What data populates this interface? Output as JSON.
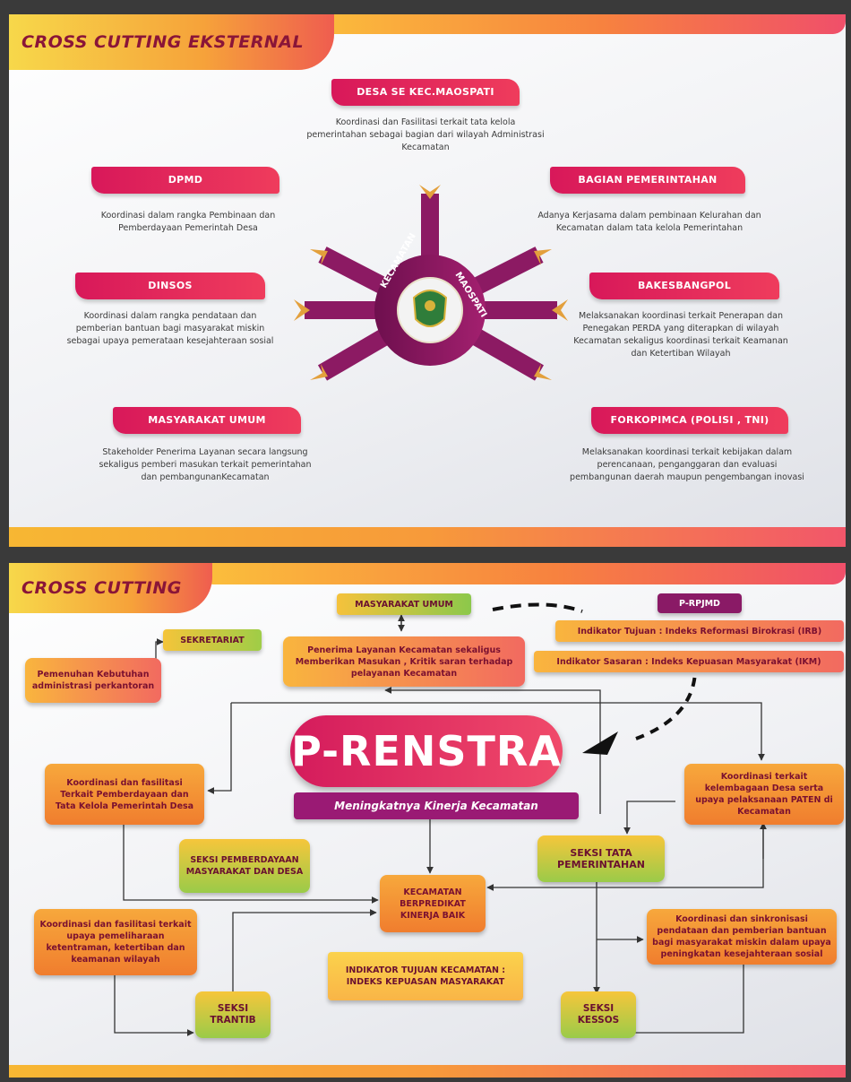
{
  "top_panel": {
    "title": "CROSS CUTTING EKSTERNAL",
    "center_left": "KECAMATAN",
    "center_right": "MAOSPATI",
    "nodes": [
      {
        "title": "DESA SE KEC.MAOSPATI",
        "desc": "Koordinasi dan Fasilitasi terkait tata kelola pemerintahan sebagai bagian dari wilayah Administrasi Kecamatan"
      },
      {
        "title": "DPMD",
        "desc": "Koordinasi dalam rangka Pembinaan dan Pemberdayaan Pemerintah Desa"
      },
      {
        "title": "BAGIAN PEMERINTAHAN",
        "desc": "Adanya Kerjasama dalam pembinaan Kelurahan dan Kecamatan dalam tata kelola Pemerintahan"
      },
      {
        "title": "DINSOS",
        "desc": "Koordinasi dalam rangka pendataan dan pemberian bantuan bagi masyarakat miskin sebagai upaya pemerataan kesejahteraan sosial"
      },
      {
        "title": "BAKESBANGPOL",
        "desc": "Melaksanakan koordinasi terkait Penerapan dan Penegakan PERDA yang diterapkan di wilayah Kecamatan sekaligus koordinasi terkait Keamanan dan Ketertiban Wilayah"
      },
      {
        "title": "MASYARAKAT UMUM",
        "desc": "Stakeholder Penerima Layanan secara langsung sekaligus pemberi masukan terkait pemerintahan dan pembangunanKecamatan"
      },
      {
        "title": "FORKOPIMCA (POLISI , TNI)",
        "desc": "Melaksanakan koordinasi terkait kebijakan dalam perencanaan, penganggaran dan evaluasi pembangunan daerah maupun pengembangan inovasi"
      }
    ]
  },
  "bottom_panel": {
    "title": "CROSS CUTTING",
    "main_title": "P-RENSTRA",
    "subtitle": "Meningkatnya Kinerja Kecamatan",
    "p_rpjmd": "P-RPJMD",
    "indikator_tujuan": "Indikator Tujuan : Indeks Reformasi Birokrasi (IRB)",
    "indikator_sasaran": "Indikator Sasaran : Indeks Kepuasan Masyarakat (IKM)",
    "masyarakat_umum": "MASYARAKAT UMUM",
    "penerima_layanan": "Penerima Layanan Kecamatan sekaligus Memberikan Masukan , Kritik saran terhadap pelayanan Kecamatan",
    "sekretariat": "SEKRETARIAT",
    "pemenuhan": "Pemenuhan Kebutuhan administrasi perkantoran",
    "koord_pemberdayaan": "Koordinasi dan fasilitasi Terkait Pemberdayaan dan Tata Kelola Pemerintah Desa",
    "seksi_pemberdayaan": "SEKSI PEMBERDAYAAN MASYARAKAT DAN DESA",
    "koord_kelembagaan": "Koordinasi terkait kelembagaan Desa serta upaya pelaksanaan PATEN di Kecamatan",
    "seksi_tata": "SEKSI TATA PEMERINTAHAN",
    "kecamatan_berpredikat": "KECAMATAN BERPREDIKAT KINERJA BAIK",
    "koord_trantib": "Koordinasi dan fasilitasi terkait upaya pemeliharaan ketentraman, ketertiban dan keamanan wilayah",
    "seksi_trantib": "SEKSI TRANTIB",
    "indikator_kecamatan": "INDIKATOR TUJUAN KECAMATAN : INDEKS KEPUASAN MASYARAKAT",
    "koord_kessos": "Koordinasi dan sinkronisasi pendataan dan pemberian bantuan bagi masyarakat miskin dalam upaya peningkatan kesejahteraan sosial",
    "seksi_kessos": "SEKSI KESSOS"
  },
  "colors": {
    "tag": "#d8185a",
    "arm": "#8c1a63",
    "orange": "#f07d2e",
    "green": "#8cc84b",
    "purple": "#8a1a66"
  }
}
